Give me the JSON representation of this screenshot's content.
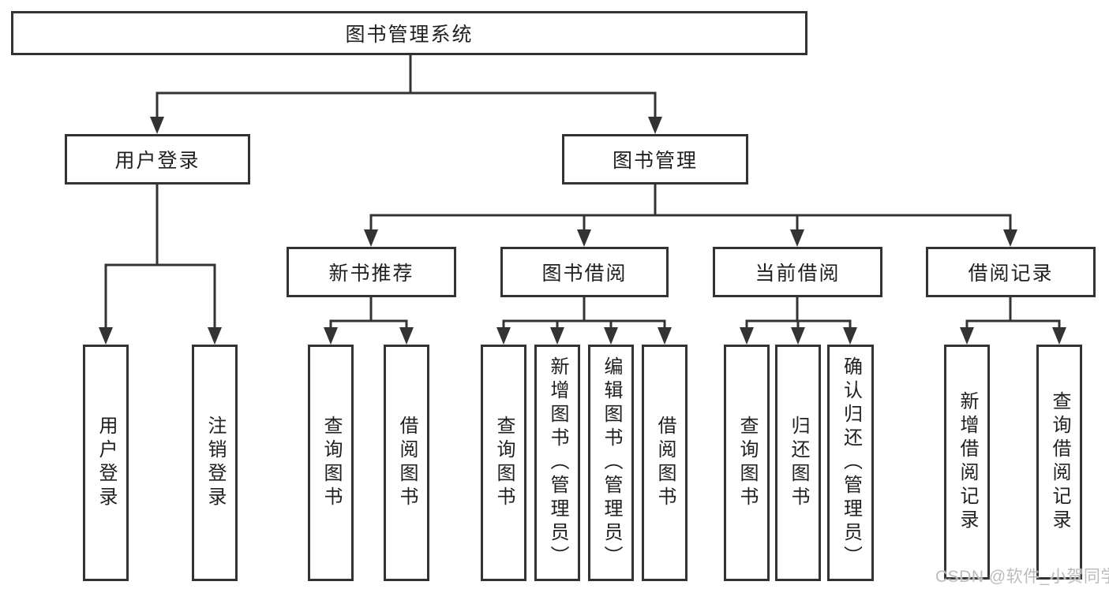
{
  "diagram": {
    "root_label": "图书管理系统",
    "user_branch": {
      "label": "用户登录",
      "children": [
        "用户登录",
        "注销登录"
      ]
    },
    "mgmt_branch": {
      "label": "图书管理",
      "groups": [
        {
          "label": "新书推荐",
          "children": [
            "查询图书",
            "借阅图书"
          ]
        },
        {
          "label": "图书借阅",
          "children": [
            "查询图书",
            "新增图书（管理员）",
            "编辑图书（管理员）",
            "借阅图书"
          ]
        },
        {
          "label": "当前借阅",
          "children": [
            "查询图书",
            "归还图书",
            "确认归还（管理员）"
          ]
        },
        {
          "label": "借阅记录",
          "children": [
            "新增借阅记录",
            "查询借阅记录"
          ]
        }
      ]
    }
  },
  "watermark": {
    "text": "CSDN @软件_小贺同学"
  },
  "colors": {
    "line": "#333333",
    "box_border": "#333333",
    "text": "#1f1f1f",
    "watermark": "#bcbcbc",
    "background": "#ffffff"
  }
}
